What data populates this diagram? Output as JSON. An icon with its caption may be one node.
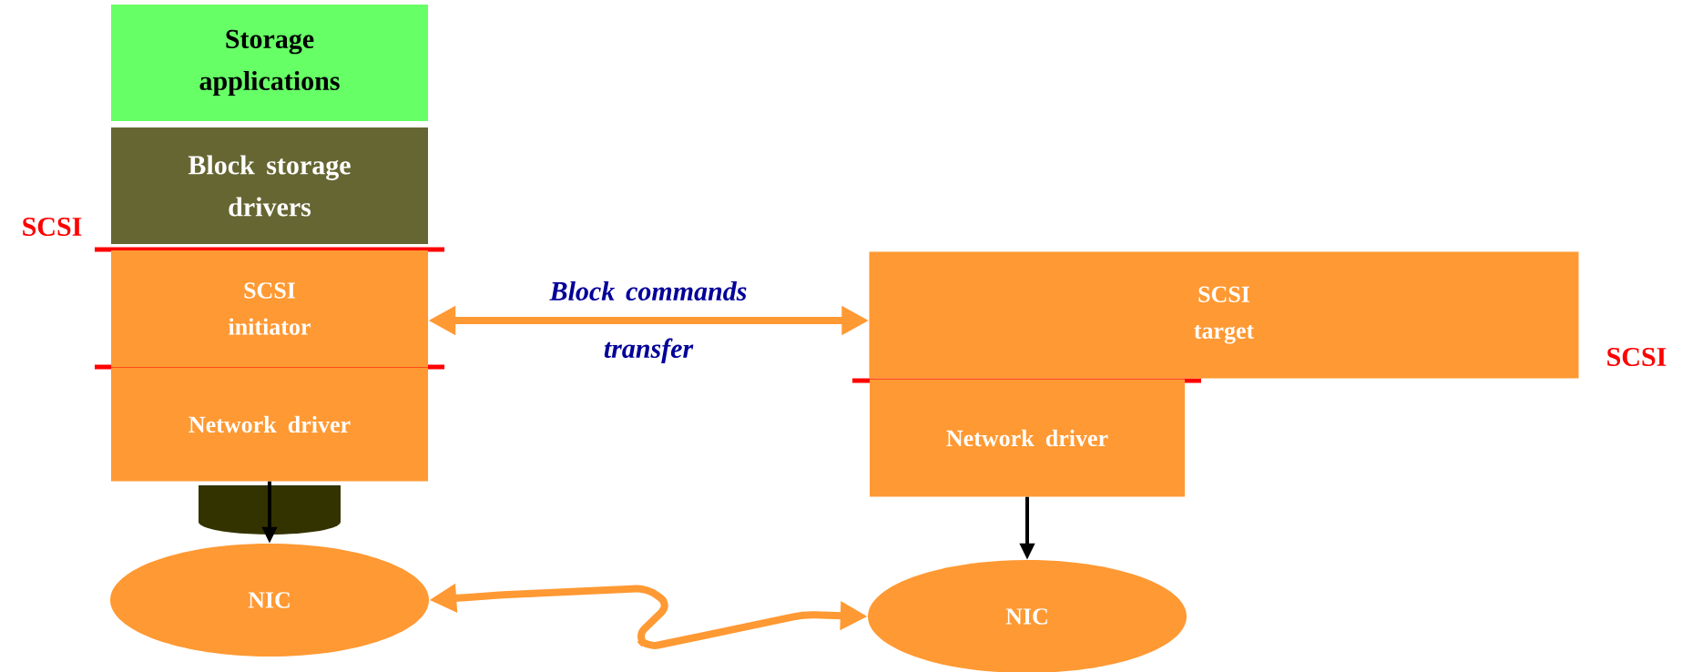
{
  "diagram": {
    "nodes": [
      {
        "text": [
          "Storage applications"
        ]
      },
      {
        "text": [
          "Block storage drivers"
        ]
      },
      {
        "text": [
          "SCSI initiator"
        ]
      },
      {
        "text": [
          "Network driver"
        ]
      },
      {
        "text": [
          "NIC"
        ]
      },
      {
        "text": [
          "SCSI target"
        ]
      },
      {
        "text": [
          "Network driver"
        ]
      },
      {
        "text": [
          "NIC"
        ]
      }
    ],
    "edges": [
      {
        "from": 2,
        "to": 5,
        "arrow": "both",
        "label": "Block commands transfer",
        "style": "thick",
        "color": "#ff9933"
      },
      {
        "from": 3,
        "to": 4,
        "arrow": "to",
        "color": "#000000"
      },
      {
        "from": 6,
        "to": 7,
        "arrow": "to",
        "color": "#000000"
      },
      {
        "from": 4,
        "to": 7,
        "arrow": "both",
        "style": "thick",
        "color": "#ff9933"
      }
    ],
    "labels": [
      "SCSI",
      "SCSI"
    ]
  }
}
